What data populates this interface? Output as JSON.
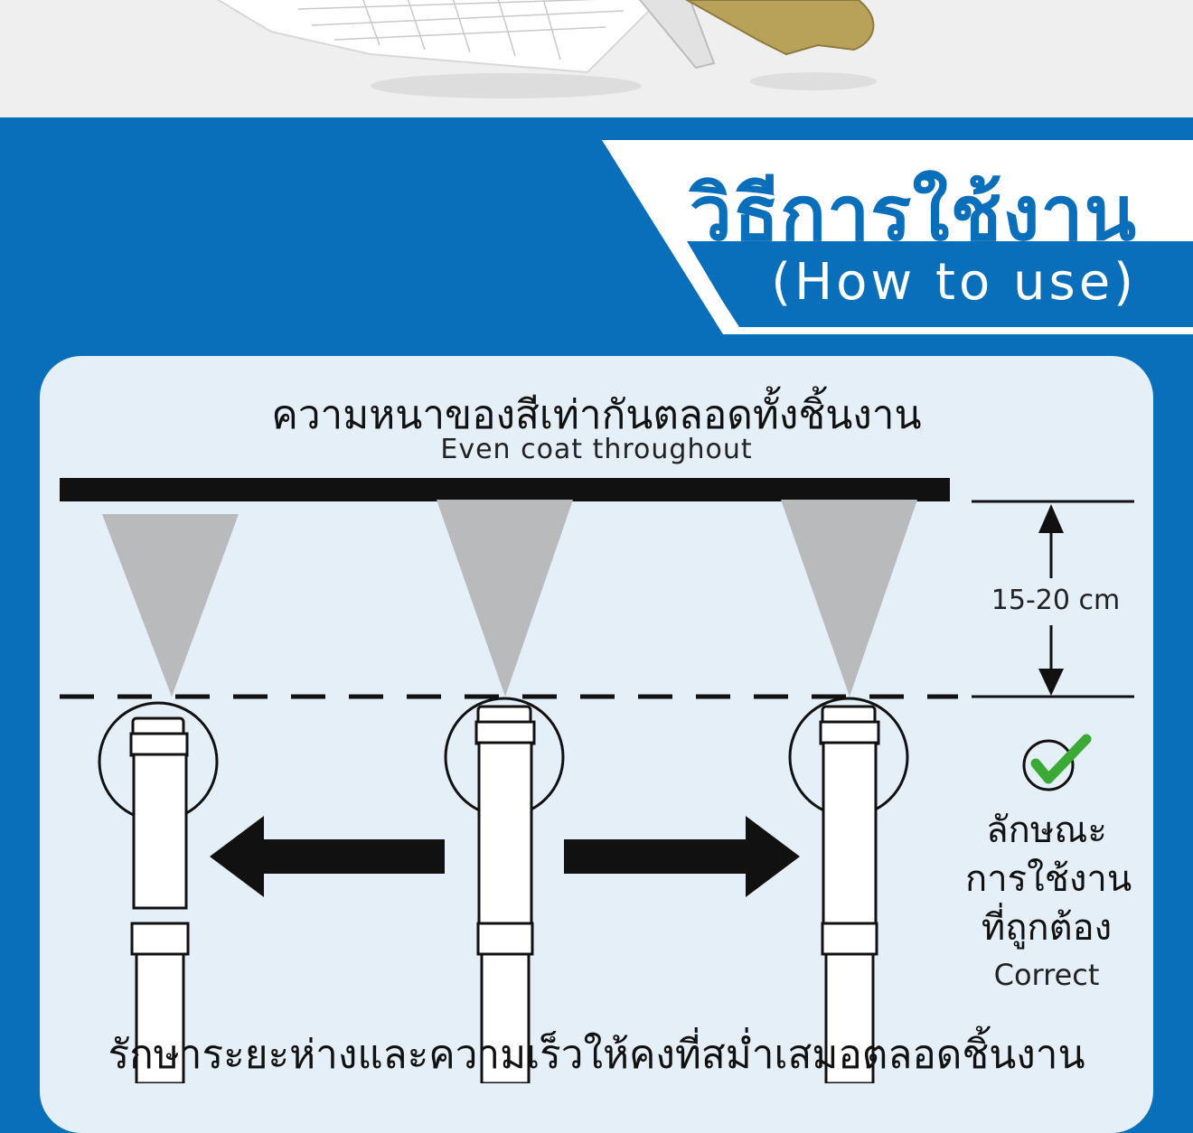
{
  "header": {
    "title": "วิธีการใช้งาน",
    "subtitle": "(How to use)"
  },
  "colors": {
    "brand_blue": "#0a6fba",
    "panel_bg": "#e4eff8",
    "spray_gray": "#b8babc",
    "check_green": "#3aaa35"
  },
  "diagram": {
    "heading_thai": "ความหนาของสีเท่ากันตลอดทั้งชิ้นงาน",
    "heading_en": "Even coat throughout",
    "distance_label": "15-20 cm",
    "correct_lines": [
      "ลักษณะ",
      "การใช้งาน",
      "ที่ถูกต้อง"
    ],
    "correct_en": "Correct",
    "bottom_text": "รักษาระยะห่างและความเร็วให้คงที่สม่ำเสมอตลอดชิ้นงาน",
    "icons": [
      "check-circle-icon",
      "arrow-left-icon",
      "arrow-right-icon",
      "arrow-up-icon",
      "arrow-down-icon"
    ]
  }
}
